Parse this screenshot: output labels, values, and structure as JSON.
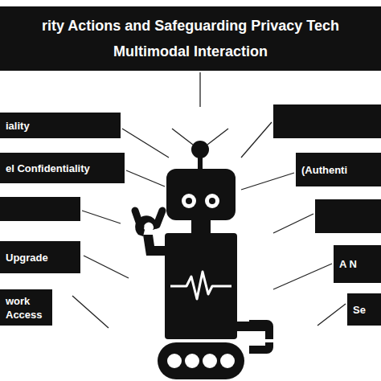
{
  "diagram": {
    "title": "rity Actions and Safeguarding Privacy Tech Multimodal Interaction",
    "nodes": [
      {
        "text": [
          "iality"
        ]
      },
      {
        "text": [
          "el Confidentiality"
        ]
      },
      {
        "text": [
          "Upgrade"
        ]
      },
      {
        "text": [
          "work Access"
        ]
      },
      {
        "text": [
          "(Authenti"
        ]
      },
      {
        "text": [
          "A N"
        ]
      },
      {
        "text": [
          "Se"
        ]
      }
    ]
  }
}
